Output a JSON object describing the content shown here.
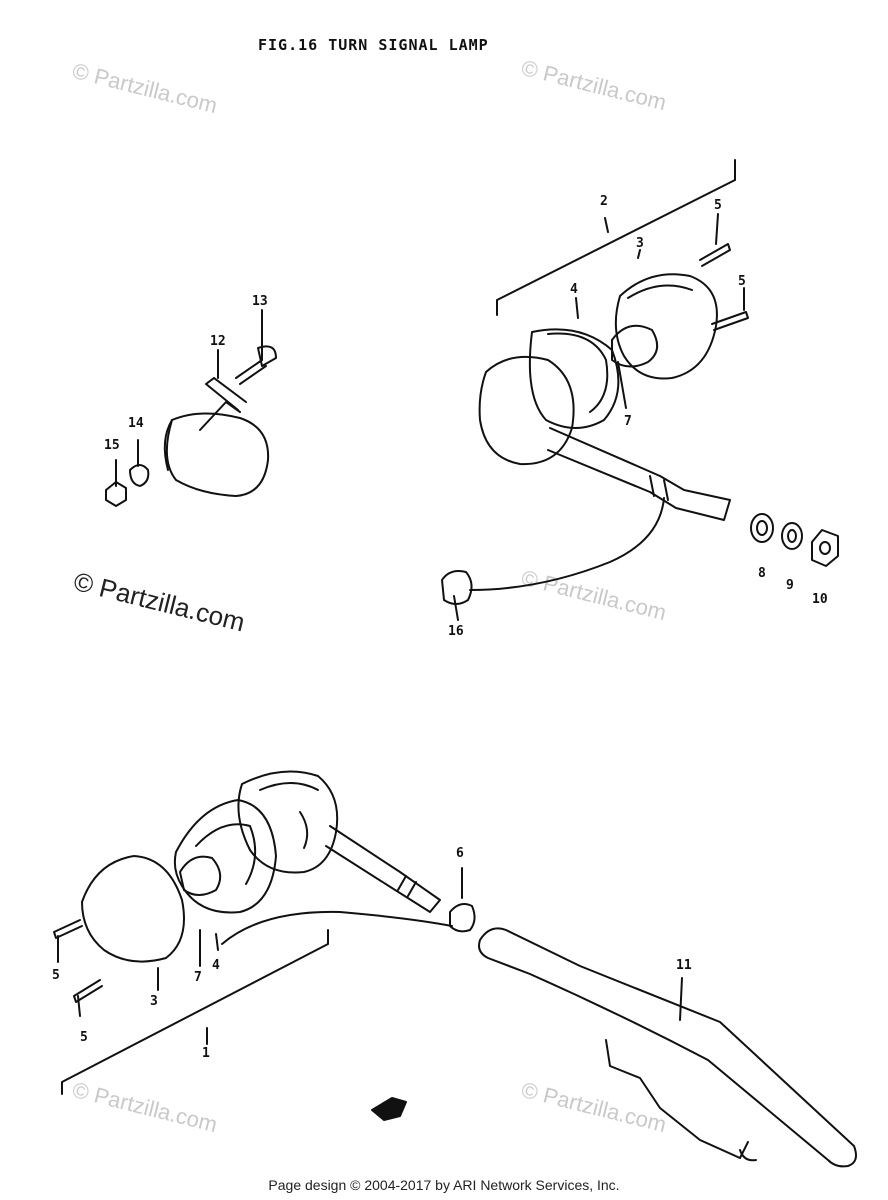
{
  "figure": {
    "title": "FIG.16  TURN SIGNAL LAMP"
  },
  "footer": {
    "text": "Page design © 2004-2017 by ARI Network Services, Inc."
  },
  "watermark": {
    "text": "© Partzilla.com"
  },
  "callouts": [
    {
      "id": "c2",
      "text": "2"
    },
    {
      "id": "c3a",
      "text": "3"
    },
    {
      "id": "c5a",
      "text": "5"
    },
    {
      "id": "c5b",
      "text": "5"
    },
    {
      "id": "c4a",
      "text": "4"
    },
    {
      "id": "c7a",
      "text": "7"
    },
    {
      "id": "c8",
      "text": "8"
    },
    {
      "id": "c9",
      "text": "9"
    },
    {
      "id": "c10",
      "text": "10"
    },
    {
      "id": "c16",
      "text": "16"
    },
    {
      "id": "c13",
      "text": "13"
    },
    {
      "id": "c12",
      "text": "12"
    },
    {
      "id": "c14",
      "text": "14"
    },
    {
      "id": "c15",
      "text": "15"
    },
    {
      "id": "c6",
      "text": "6"
    },
    {
      "id": "c5c",
      "text": "5"
    },
    {
      "id": "c5d",
      "text": "5"
    },
    {
      "id": "c3b",
      "text": "3"
    },
    {
      "id": "c7b",
      "text": "7"
    },
    {
      "id": "c4b",
      "text": "4"
    },
    {
      "id": "c1",
      "text": "1"
    },
    {
      "id": "c11",
      "text": "11"
    }
  ]
}
